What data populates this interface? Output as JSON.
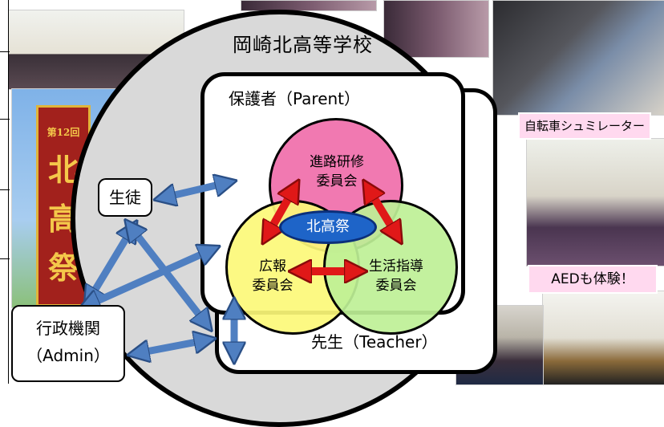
{
  "diagram": {
    "school_name": "岡崎北高等学校",
    "parent_label": "保護者（Parent）",
    "teacher_label": "先生（Teacher）",
    "committees": {
      "career": [
        "進路研修",
        "委員会"
      ],
      "pr": [
        "広報",
        "委員会"
      ],
      "guidance": [
        "生活指導",
        "委員会"
      ]
    },
    "festival": "北高祭",
    "student": "生徒",
    "admin": [
      "行政機関",
      "（Admin）"
    ]
  },
  "captions": {
    "bike": "自転車シュミレーター",
    "aed": "AEDも体験！"
  },
  "banner": {
    "edition": "第12回",
    "chars": [
      "北",
      "高",
      "祭"
    ]
  },
  "colors": {
    "career_circle": "#f06eaa",
    "pr_circle": "#fcf878",
    "guidance_circle": "#bef096",
    "festival_fill": "#1e64c8",
    "arrow_blue": "#4f7fc1",
    "arrow_red": "#e01818",
    "caption_bg": "#ffd9ef"
  },
  "photos": [
    {
      "name": "classroom-lecture-photo"
    },
    {
      "name": "festival-banner-photo"
    },
    {
      "name": "bike-simulator-photo"
    },
    {
      "name": "aed-training-photo"
    },
    {
      "name": "aed-experience-photo"
    },
    {
      "name": "poster-presentation-photo"
    },
    {
      "name": "students-top-photo"
    }
  ]
}
